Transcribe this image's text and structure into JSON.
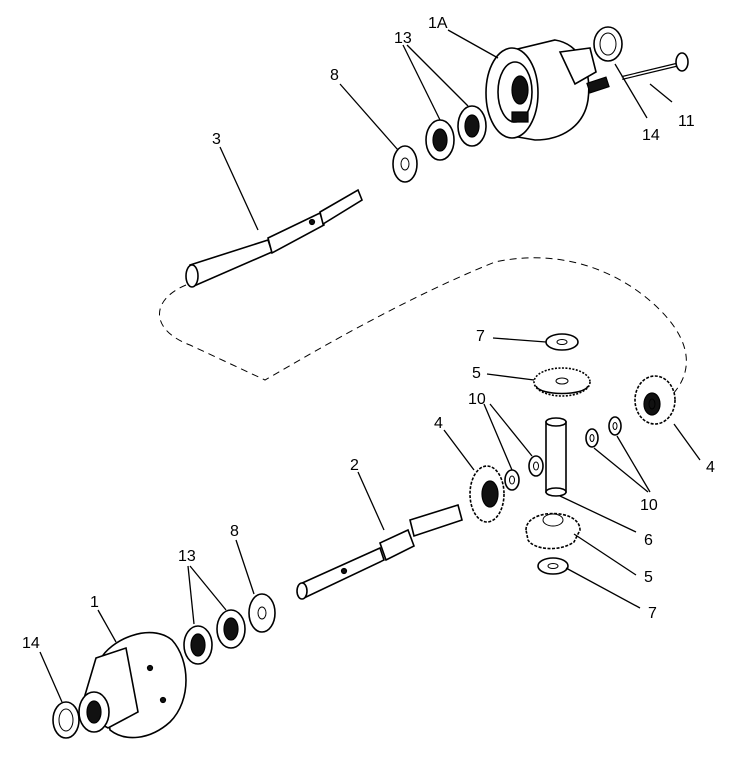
{
  "labels": {
    "l1a": "1A",
    "l13_top": "13",
    "l8_top": "8",
    "l3": "3",
    "l14_top": "14",
    "l11": "11",
    "l7_top": "7",
    "l5_top": "5",
    "l10_top": "10",
    "l4_left": "4",
    "l4_right": "4",
    "l2": "2",
    "l10_right": "10",
    "l6": "6",
    "l5_bottom": "5",
    "l7_bottom": "7",
    "l13_bottom": "13",
    "l8_bottom": "8",
    "l1": "1",
    "l14_bottom": "14"
  }
}
